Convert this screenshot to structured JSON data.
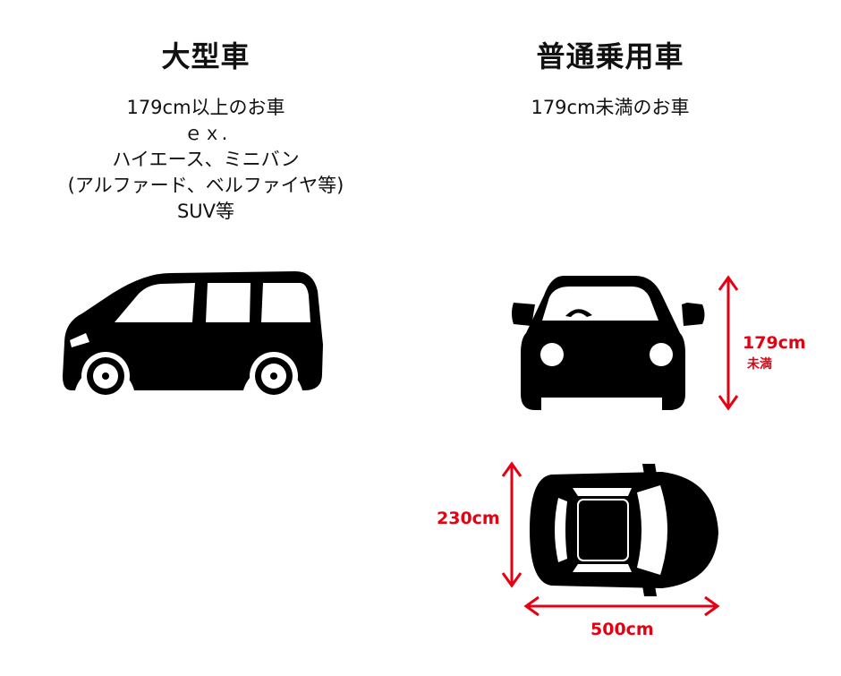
{
  "large": {
    "title": "大型車",
    "lines": [
      "179cm以上のお車",
      "ｅｘ.",
      "ハイエース、ミニバン",
      "(アルファード、ベルファイヤ等)",
      "SUV等"
    ]
  },
  "regular": {
    "title": "普通乗用車",
    "lines": [
      "179cm未満のお車"
    ]
  },
  "dimensions": {
    "height_value": "179cm",
    "height_note": "未満",
    "width_value": "230cm",
    "length_value": "500cm"
  },
  "colors": {
    "accent": "#e60012",
    "ink": "#000000"
  },
  "icons": [
    "minivan-side-icon",
    "car-front-icon",
    "car-top-view-icon"
  ]
}
